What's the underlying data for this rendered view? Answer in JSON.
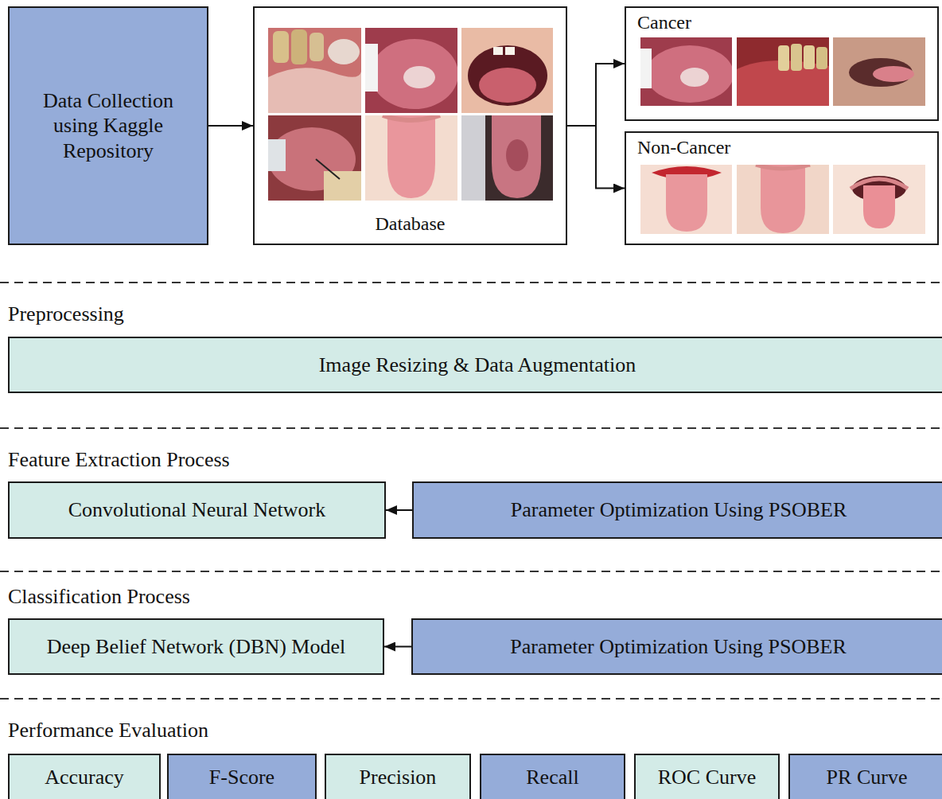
{
  "diagram": {
    "nodes": [
      {
        "text": [
          "Data Collection using Kaggle Repository"
        ]
      },
      {
        "text": [
          "Database"
        ]
      },
      {
        "text": [
          "Cancer"
        ]
      },
      {
        "text": [
          "Non-Cancer"
        ]
      },
      {
        "text": [
          "Image Resizing & Data Augmentation"
        ]
      },
      {
        "text": [
          "Convolutional Neural Network"
        ]
      },
      {
        "text": [
          "Parameter Optimization Using PSOBER"
        ]
      },
      {
        "text": [
          "Deep Belief Network (DBN) Model"
        ]
      },
      {
        "text": [
          "Parameter Optimization Using PSOBER"
        ]
      },
      {
        "text": [
          "Accuracy"
        ]
      },
      {
        "text": [
          "F-Score"
        ]
      },
      {
        "text": [
          "Precision"
        ]
      },
      {
        "text": [
          "Recall"
        ]
      },
      {
        "text": [
          "ROC Curve"
        ]
      },
      {
        "text": [
          "PR Curve"
        ]
      }
    ],
    "edges": [
      {
        "from": 0,
        "to": 1,
        "arrow": "to"
      },
      {
        "from": 1,
        "to": 2,
        "arrow": "to"
      },
      {
        "from": 1,
        "to": 3,
        "arrow": "to"
      },
      {
        "from": 6,
        "to": 5,
        "arrow": "to"
      },
      {
        "from": 8,
        "to": 7,
        "arrow": "to"
      }
    ],
    "labels": [
      "Preprocessing",
      "Feature Extraction Process",
      "Classification Process",
      "Performance Evaluation"
    ]
  }
}
